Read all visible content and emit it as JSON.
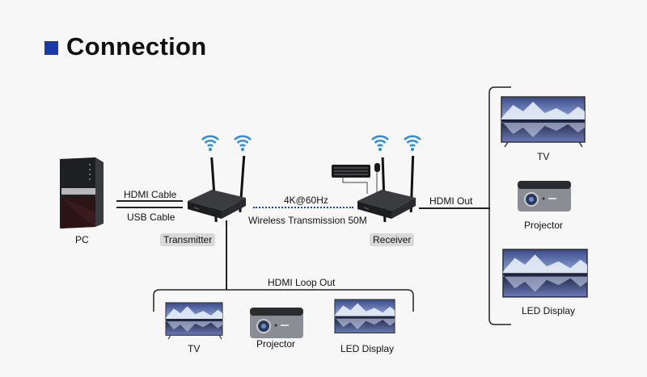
{
  "title": "Connection",
  "colors": {
    "accent": "#1a3aa8",
    "wifi": "#2f8fd6",
    "link_dotted": "#2a3f9a"
  },
  "source": {
    "label": "PC"
  },
  "cables": {
    "hdmi": "HDMI Cable",
    "usb": "USB Cable"
  },
  "transmitter": {
    "label": "Transmitter"
  },
  "receiver": {
    "label": "Receiver"
  },
  "wireless": {
    "resolution": "4K@60Hz",
    "range": "Wireless Transmission 50M"
  },
  "hdmi_out": {
    "label": "HDMI Out",
    "devices": [
      {
        "label": "TV"
      },
      {
        "label": "Projector"
      },
      {
        "label": "LED Display"
      }
    ]
  },
  "hdmi_loop_out": {
    "label": "HDMI Loop Out",
    "devices": [
      {
        "label": "TV"
      },
      {
        "label": "Projector"
      },
      {
        "label": "LED Display"
      }
    ]
  }
}
